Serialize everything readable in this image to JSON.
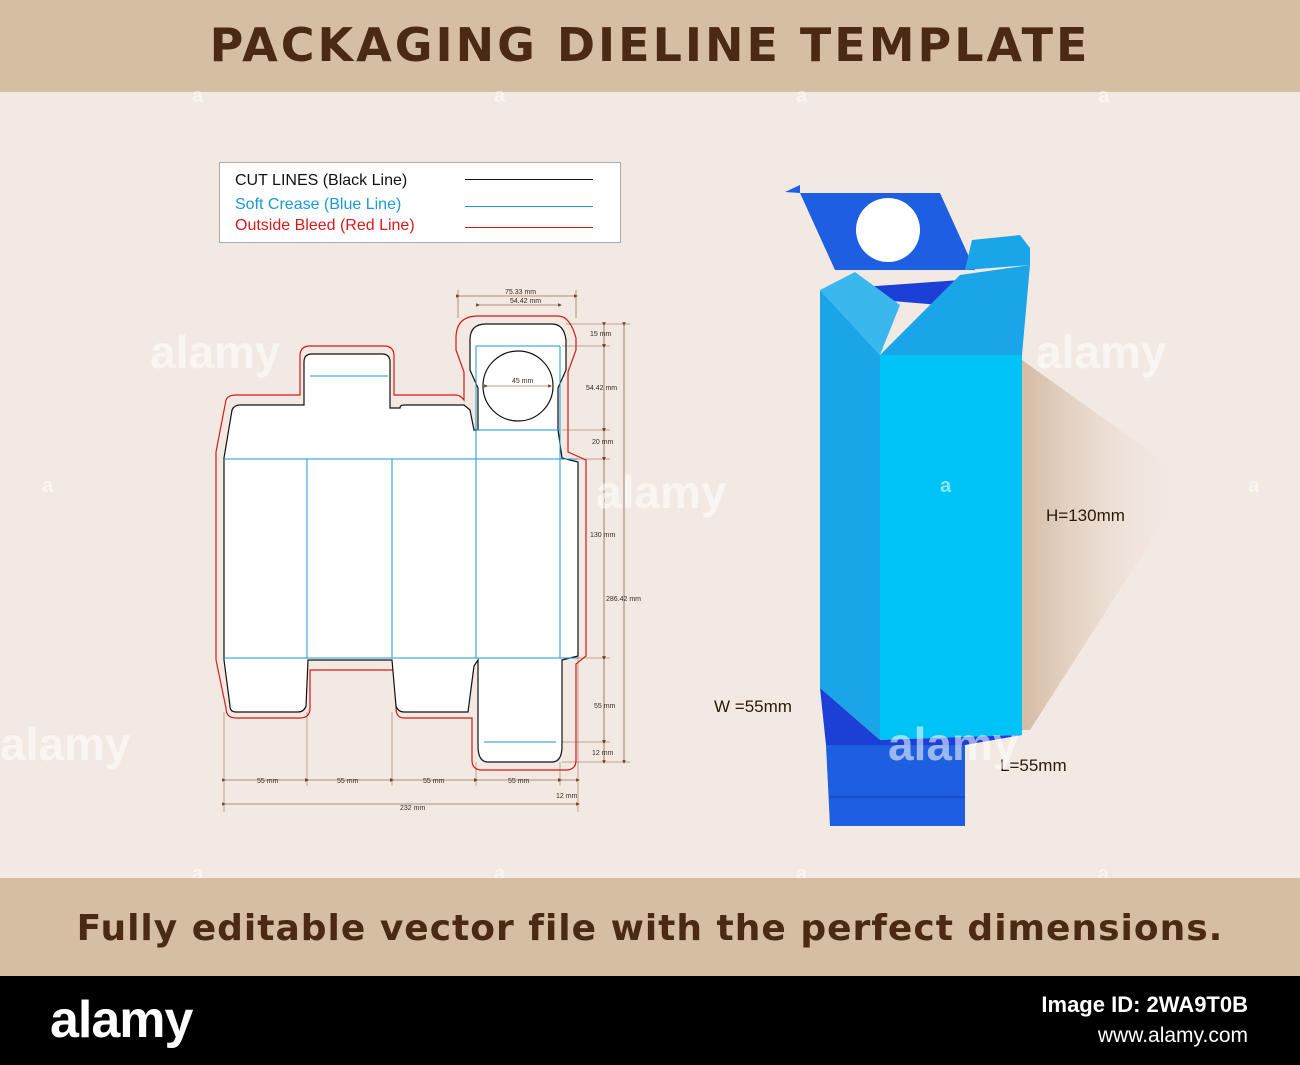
{
  "header": {
    "title": "PACKAGING DIELINE TEMPLATE"
  },
  "legend": {
    "items": [
      {
        "label": "CUT LINES (Black Line)",
        "color": "#111111"
      },
      {
        "label": "Soft Crease (Blue Line)",
        "color": "#1a9ad6"
      },
      {
        "label": "Outside Bleed (Red Line)",
        "color": "#d61a1a"
      }
    ]
  },
  "dieline": {
    "dimensions": {
      "top_outer": "75.33 mm",
      "top_inner": "54.42 mm",
      "circle": "45 mm",
      "v_15": "15 mm",
      "v_5442": "54.42 mm",
      "v_20": "20 mm",
      "v_130": "130 mm",
      "v_28642": "286.42 mm",
      "v_55": "55 mm",
      "v_12": "12 mm",
      "h_55_1": "55 mm",
      "h_55_2": "55 mm",
      "h_55_3": "55 mm",
      "h_55_4": "55 mm",
      "h_12": "12 mm",
      "h_232": "232 mm"
    }
  },
  "box3d": {
    "height_label": "H=130mm",
    "width_label": "W =55mm",
    "length_label": "L=55mm",
    "colors": {
      "front": "#00c3f5",
      "side": "#1aa5e8",
      "dark": "#1c3fd6",
      "flap": "#1d5fe0"
    }
  },
  "watermark": {
    "text": "alamy",
    "symbol": "a"
  },
  "tagline": "Fully editable vector file with the perfect dimensions.",
  "footer": {
    "brand": "alamy",
    "image_id": "Image ID: 2WA9T0B",
    "site": "www.alamy.com"
  }
}
